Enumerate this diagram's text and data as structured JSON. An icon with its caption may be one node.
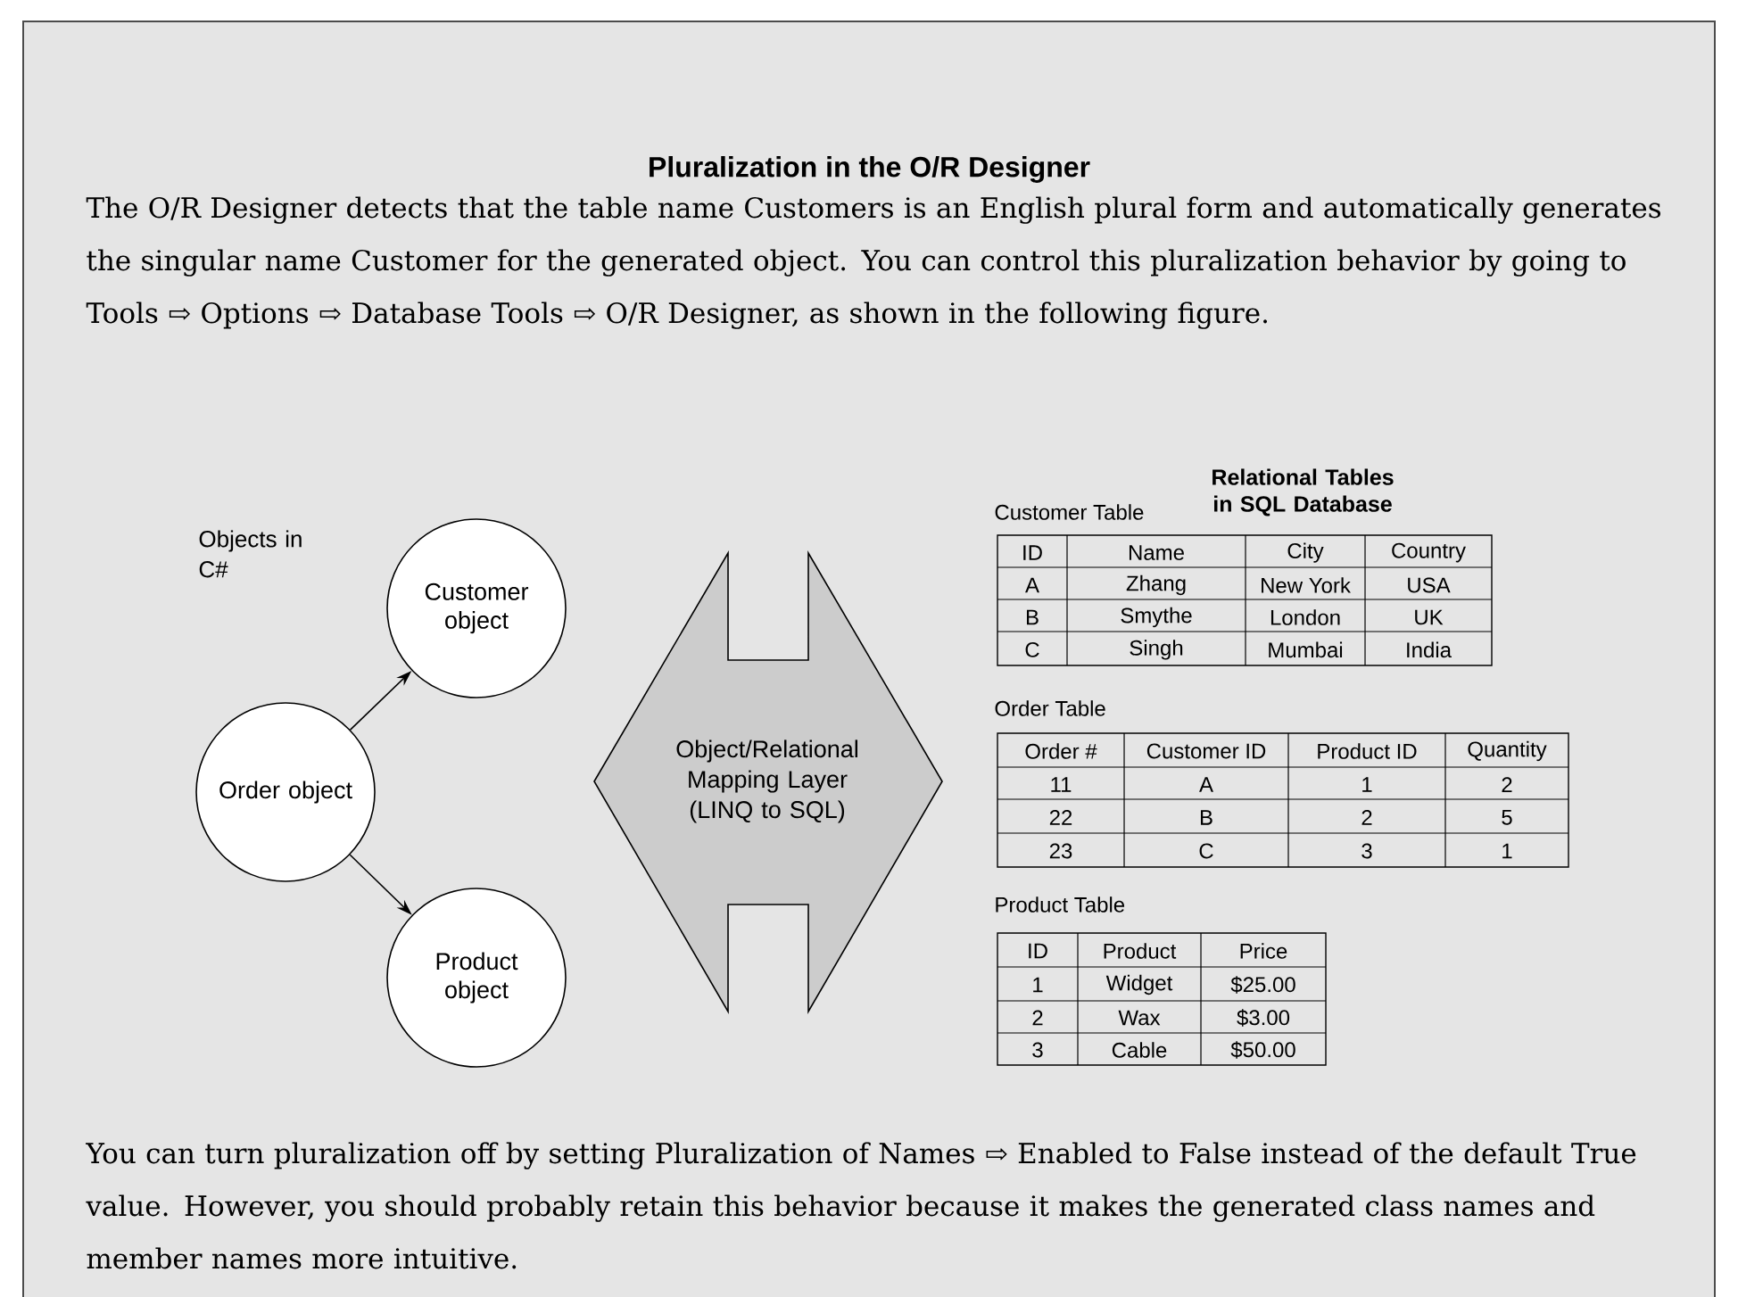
{
  "diagram": {
    "title": "Pluralization in the O/R Designer",
    "nodes": [
      {
        "text": [
          "Customer object"
        ]
      },
      {
        "text": [
          "Order object"
        ]
      },
      {
        "text": [
          "Product object"
        ]
      },
      {
        "text": [
          "Object/Relational Mapping Layer (LINQ to SQL)"
        ]
      }
    ],
    "edges": [
      {
        "from": 1,
        "to": 0,
        "arrow": "to"
      },
      {
        "from": 1,
        "to": 2,
        "arrow": "to"
      }
    ],
    "labels": [
      "The O/R Designer detects that the table name Customers is an English plural form and automatically generates the singular name Customer for the generated object. You can control this pluralization behavior by going to Tools ⇨ Options ⇨ Database Tools ⇨ O/R Designer, as shown in the following figure.",
      "Relational Tables in SQL Database",
      "Objects in C#",
      "Customer Table",
      "ID",
      "Name",
      "City",
      "Country",
      "A",
      "Zhang",
      "New York",
      "USA",
      "B",
      "Smythe",
      "London",
      "UK",
      "C",
      "Singh",
      "Mumbai",
      "India",
      "Order Table",
      "Order #",
      "Customer ID",
      "Product ID",
      "Quantity",
      "11",
      "A",
      "1",
      "2",
      "22",
      "B",
      "2",
      "5",
      "23",
      "C",
      "3",
      "1",
      "Product Table",
      "ID",
      "Product",
      "Price",
      "1",
      "Widget",
      "$25.00",
      "2",
      "Wax",
      "$3.00",
      "3",
      "Cable",
      "$50.00",
      "You can turn pluralization off by setting Pluralization of Names ⇨ Enabled to False instead of the default True value. However, you should probably retain this behavior because it makes the generated class names and member names more intuitive."
    ]
  }
}
